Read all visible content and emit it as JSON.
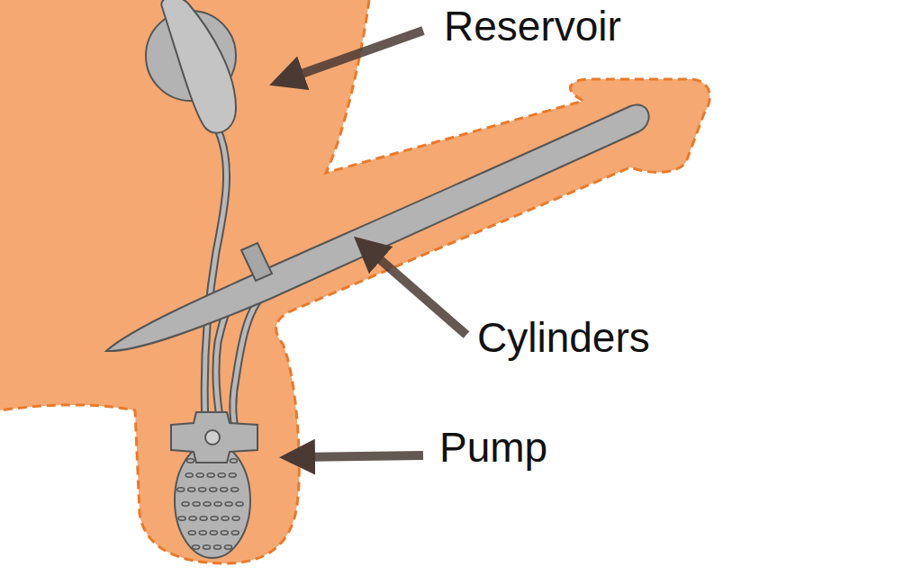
{
  "diagram": {
    "labels": [
      "Reservoir",
      "Cylinders",
      "Pump"
    ]
  }
}
